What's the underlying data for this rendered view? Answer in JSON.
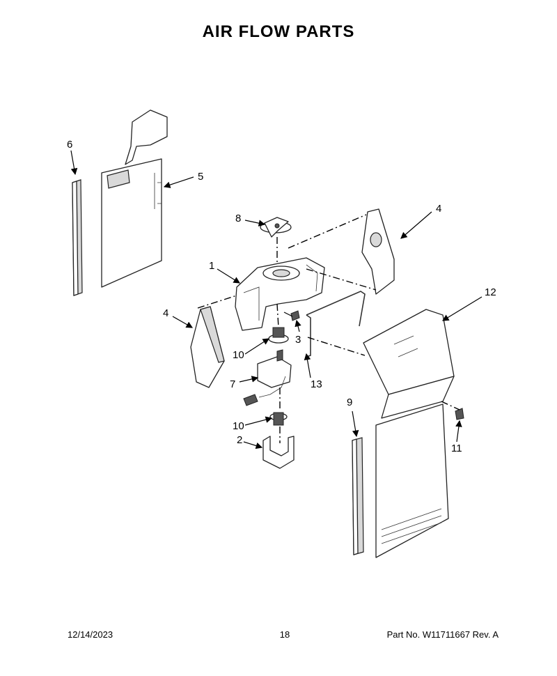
{
  "title": "AIR FLOW PARTS",
  "callouts": {
    "c1": "1",
    "c2": "2",
    "c3": "3",
    "c4a": "4",
    "c4b": "4",
    "c5": "5",
    "c6": "6",
    "c7": "7",
    "c8": "8",
    "c9": "9",
    "c10a": "10",
    "c10b": "10",
    "c11": "11",
    "c12": "12",
    "c13": "13"
  },
  "footer": {
    "date": "12/14/2023",
    "page": "18",
    "part_no": "Part No.  W11711667  Rev.  A"
  }
}
